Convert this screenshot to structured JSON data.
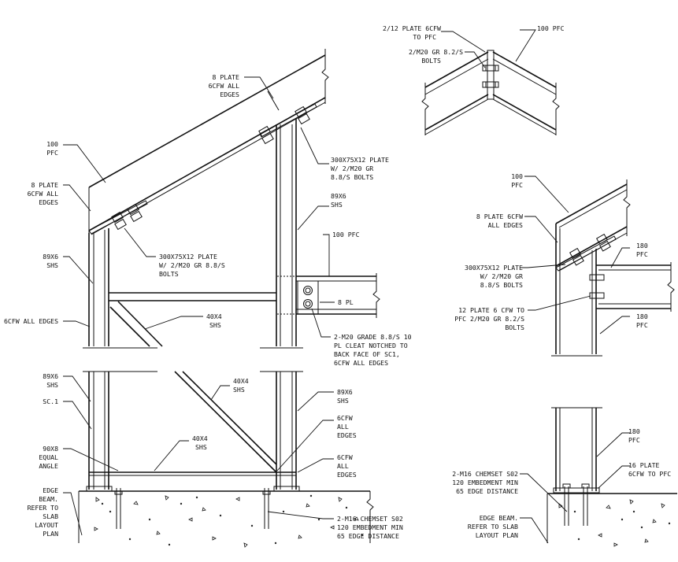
{
  "labels": {
    "l_8plate_top": [
      "8 PLATE",
      "6CFW ALL",
      "EDGES"
    ],
    "l_100pfc_left": [
      "100",
      "PFC"
    ],
    "l_300plate_top": [
      "300X75X12 PLATE",
      "W/ 2/M20 GR",
      "8.8/S BOLTS"
    ],
    "l_89shs_top": [
      "89X6",
      "SHS"
    ],
    "l_8plate_left": [
      "8 PLATE",
      "6CFW ALL",
      "EDGES"
    ],
    "l_100pfc_mid": [
      "100 PFC"
    ],
    "l_300plate_mid": [
      "300X75X12 PLATE",
      "W/ 2/M20 GR 8.8/S",
      "BOLTS"
    ],
    "l_89shs_left": [
      "89X6",
      "SHS"
    ],
    "l_8pl": [
      "8 PL"
    ],
    "l_6cfw_left": [
      "6CFW ALL EDGES"
    ],
    "l_40x4_a": [
      "40X4",
      "SHS"
    ],
    "l_m20_cleat": [
      "2-M20 GRADE 8.8/S 10",
      "PL CLEAT NOTCHED TO",
      "BACK FACE OF SC1,",
      "6CFW ALL EDGES"
    ],
    "l_89shs_low": [
      "89X6",
      "SHS"
    ],
    "l_sc1": [
      "SC.1"
    ],
    "l_40x4_b": [
      "40X4",
      "SHS"
    ],
    "l_89shs_right": [
      "89X6",
      "SHS"
    ],
    "l_6cfw_r1": [
      "6CFW",
      "ALL",
      "EDGES"
    ],
    "l_90x8": [
      "90X8",
      "EQUAL",
      "ANGLE"
    ],
    "l_40x4_c": [
      "40X4",
      "SHS"
    ],
    "l_6cfw_r2": [
      "6CFW",
      "ALL",
      "EDGES"
    ],
    "l_edgebeam_left": [
      "EDGE",
      "BEAM.",
      "REFER TO",
      "SLAB",
      "LAYOUT",
      "PLAN"
    ],
    "l_m16_left": [
      "2-M16 CHEMSET S02",
      "120 EMBEDMENT MIN",
      "65 EDGE DISTANCE"
    ],
    "l_2_12plate": [
      "2/12 PLATE 6CFW",
      "TO PFC"
    ],
    "l_100pfc_tr": [
      "100 PFC"
    ],
    "l_m20_bolts_tr": [
      "2/M20 GR 8.2/S",
      "BOLTS"
    ],
    "l_100pfc_r": [
      "100",
      "PFC"
    ],
    "l_8plate_r": [
      "8 PLATE 6CFW",
      "ALL EDGES"
    ],
    "l_100pfc_r2": [
      "180",
      "PFC"
    ],
    "l_300plate_r": [
      "300X75X12 PLATE",
      "W/ 2/M20 GR",
      "8.8/S BOLTS"
    ],
    "l_12plate_r": [
      "12 PLATE 6 CFW TO",
      "PFC 2/M20 GR 8.2/S",
      "BOLTS"
    ],
    "l_180pfc_r": [
      "180",
      "PFC"
    ],
    "l_180pfc_br": [
      "180",
      "PFC"
    ],
    "l_m16_right": [
      "2-M16 CHEMSET S02",
      "120 EMBEDMENT MIN",
      "65 EDGE DISTANCE"
    ],
    "l_16plate": [
      "16 PLATE",
      "6CFW TO PFC"
    ],
    "l_edgebeam_right": [
      "EDGE BEAM.",
      "REFER TO SLAB",
      "LAYOUT PLAN"
    ]
  }
}
